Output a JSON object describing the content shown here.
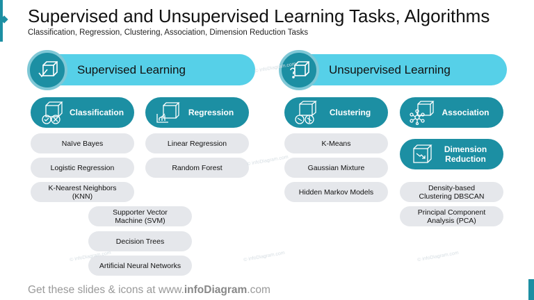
{
  "header": {
    "title": "Supervised and Unsupervised Learning Tasks, Algorithms",
    "subtitle": "Classification, Regression, Clustering, Association, Dimension Reduction Tasks"
  },
  "supervised": {
    "label": "Supervised Learning",
    "classification": {
      "label": "Classification",
      "items": [
        "Naïve Bayes",
        "Logistic Regression",
        "K-Nearest Neighbors (KNN)",
        "Supporter Vector Machine (SVM)",
        "Decision Trees",
        "Artificial Neural Networks"
      ]
    },
    "regression": {
      "label": "Regression",
      "items": [
        "Linear Regression",
        "Random Forest"
      ]
    }
  },
  "unsupervised": {
    "label": "Unsupervised Learning",
    "clustering": {
      "label": "Clustering",
      "items": [
        "K-Means",
        "Gaussian Mixture",
        "Hidden Markov Models"
      ]
    },
    "association": {
      "label": "Association"
    },
    "dimension": {
      "label": "Dimension Reduction",
      "items": [
        "Density-based Clustering DBSCAN",
        "Principal Component Analysis (PCA)"
      ]
    }
  },
  "watermark": "© infoDiagram.com",
  "footer": {
    "prefix": "Get these slides & icons at www.",
    "brand": "infoDiagram",
    "suffix": ".com"
  },
  "colors": {
    "teal": "#1C8FA3",
    "cyan": "#56D0E8",
    "pill": "#E5E7EB"
  }
}
